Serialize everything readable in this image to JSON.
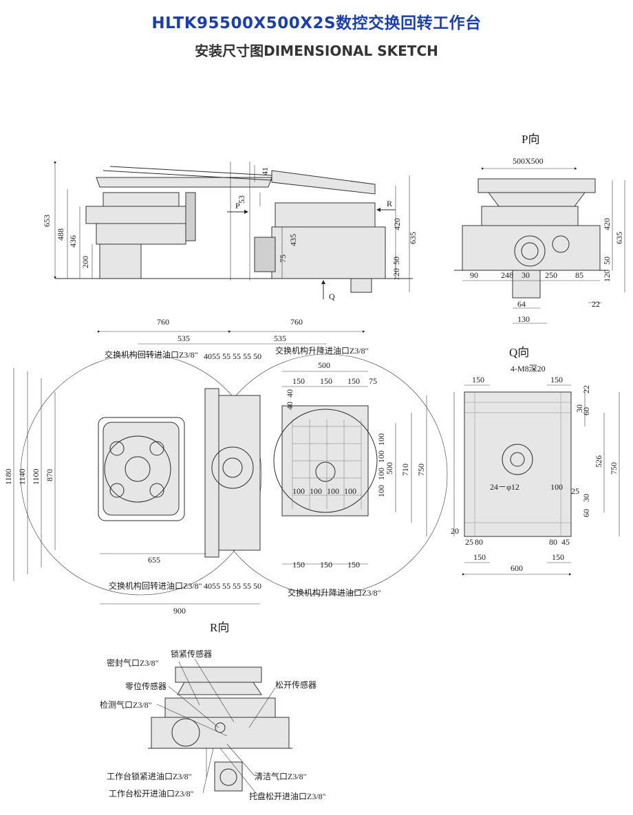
{
  "header": {
    "title": "HLTK95500X500X2S数控交换回转工作台",
    "subtitle": "安装尺寸图DIMENSIONAL SKETCH"
  },
  "views": {
    "p_view": "P向",
    "q_view": "Q向",
    "r_view": "R向",
    "arrow_p": "P",
    "arrow_q": "Q",
    "arrow_r": "R"
  },
  "side_dims": {
    "d653": "653",
    "d488": "488",
    "d436": "436",
    "d200": "200",
    "d41": "41",
    "d53": "53",
    "d420": "420",
    "d635": "635",
    "d435": "435",
    "d75": "75",
    "d120": "120",
    "d50": "50"
  },
  "p_dims": {
    "d500x500": "500X500",
    "d420": "420",
    "d635": "635",
    "d120": "120",
    "d50": "50",
    "d90": "90",
    "d248": "248",
    "d30": "30",
    "d250": "250",
    "d85": "85",
    "d22": "22",
    "d64": "64",
    "d130": "130"
  },
  "plan_dims": {
    "d760a": "760",
    "d760b": "760",
    "d535a": "535",
    "d535b": "535",
    "top_chain": "4055 55 55 55 50",
    "bottom_chain": "4055 55 55 55 50",
    "d500": "500",
    "d150a": "150",
    "d150b": "150",
    "d150c": "150",
    "d75": "75",
    "d40a": "40",
    "d40b": "40",
    "d1180": "1180",
    "d1140": "1140",
    "d1100": "1100",
    "d870": "870",
    "d655": "655",
    "d900": "900",
    "d500v": "500",
    "d710": "710",
    "d750": "750",
    "d100_1": "100",
    "d100_2": "100",
    "d100_3": "100",
    "d100_4": "100",
    "v100_1": "100",
    "v100_2": "100",
    "v100_3": "100",
    "v100_4": "100",
    "b150a": "150",
    "b150b": "150",
    "b150c": "150"
  },
  "plan_labels": {
    "rot_in_top": "交换机构回转进油口Z3/8\"",
    "lift_in_top": "交换机构升降进油口Z3/8\"",
    "rot_in_bottom": "交换机构回转进油口Z3/8\"",
    "lift_in_bottom": "交换机构升降进油口Z3/8\""
  },
  "q_dims": {
    "d150a": "150",
    "d150b": "150",
    "m8": "4-M8深20",
    "d22": "22",
    "d30": "30",
    "d60a": "60",
    "d526": "526",
    "d100": "100",
    "d25a": "25",
    "d750": "750",
    "phi12": "24－φ12",
    "d30b": "30",
    "d60b": "60",
    "d20": "20",
    "d25b": "25",
    "d80a": "80",
    "d80b": "80",
    "d45": "45",
    "d150c": "150",
    "d150d": "150",
    "d600": "600"
  },
  "r_labels": {
    "lock_sensor": "锁紧传感器",
    "seal_air": "密封气口Z3/8\"",
    "zero_sensor": "零位传感器",
    "unlock_sensor": "松开传感器",
    "detect_air": "检测气口Z3/8\"",
    "table_lock_oil": "工作台锁紧进油口Z3/8\"",
    "clean_air": "清洁气口Z3/8\"",
    "table_unlock_oil": "工作台松开进油口Z3/8\"",
    "pallet_unlock_oil": "托盘松开进油口Z3/8\""
  }
}
